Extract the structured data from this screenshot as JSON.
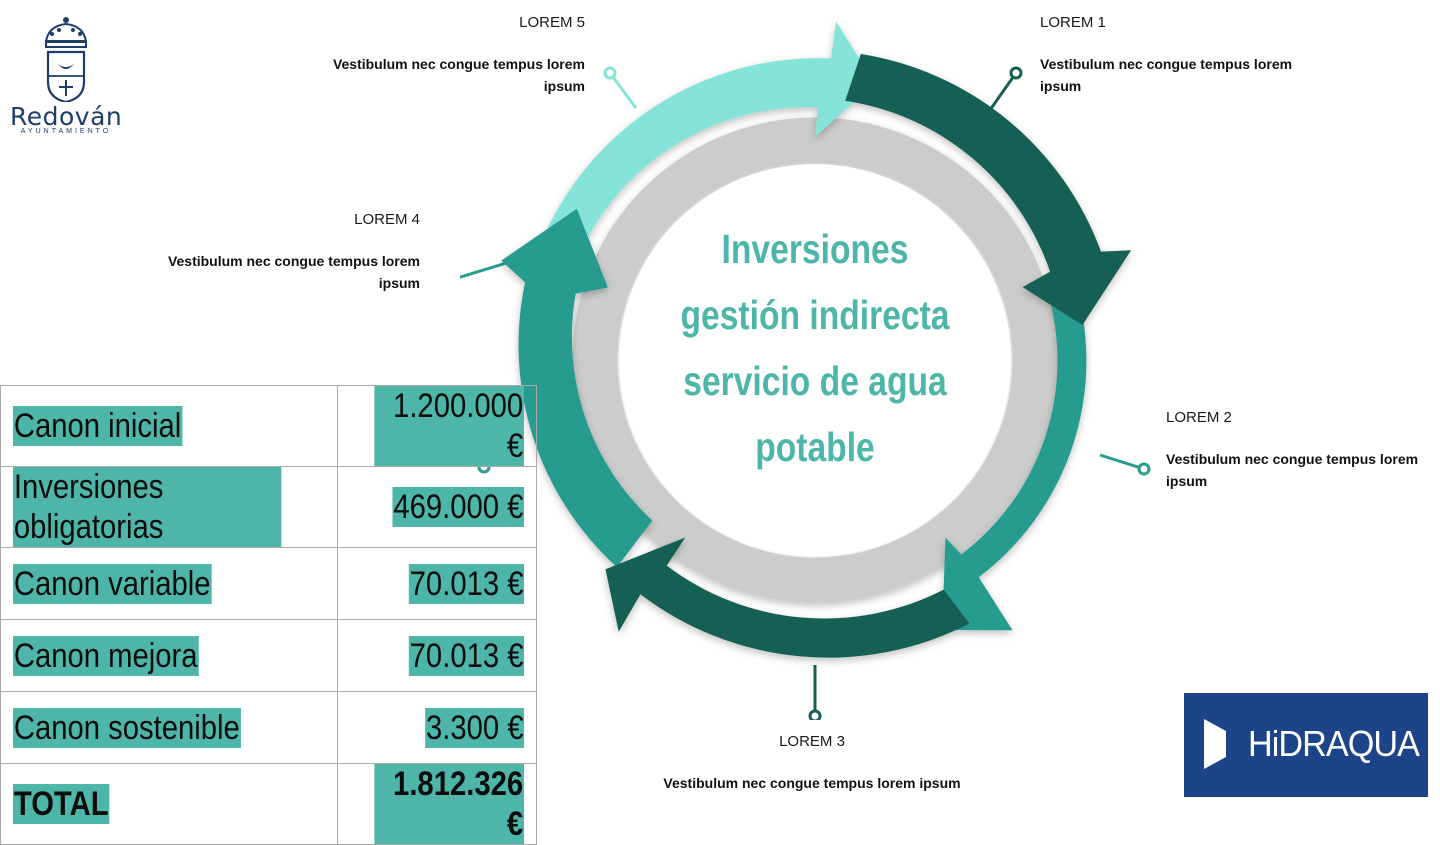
{
  "logo": {
    "name": "Redován",
    "subtitle": "AYUNTAMIENTO"
  },
  "diagram": {
    "title_lines": [
      "Inversiones",
      "gestión indirecta",
      "servicio de agua",
      "potable"
    ],
    "colors": {
      "light": "#86e3d8",
      "dark": "#175e55",
      "mid": "#279c8f",
      "inner": "#cccccc",
      "title": "#4db6a8"
    },
    "callouts": [
      {
        "heading": "LOREM 1",
        "body": "Vestibulum nec congue tempus lorem ipsum"
      },
      {
        "heading": "LOREM 2",
        "body": "Vestibulum nec congue tempus lorem ipsum"
      },
      {
        "heading": "LOREM 3",
        "body": "Vestibulum nec congue tempus lorem ipsum"
      },
      {
        "heading": "LOREM 4",
        "body": "Vestibulum nec congue tempus lorem ipsum"
      },
      {
        "heading": "LOREM 5",
        "body": "Vestibulum nec congue tempus lorem ipsum"
      }
    ]
  },
  "table": {
    "rows": [
      {
        "label": "Canon inicial",
        "value": "1.200.000 €"
      },
      {
        "label": "Inversiones obligatorias",
        "value": "469.000 €"
      },
      {
        "label": "Canon variable",
        "value": "70.013 €"
      },
      {
        "label": "Canon mejora",
        "value": "70.013 €"
      },
      {
        "label": "Canon sostenible",
        "value": "3.300 €"
      },
      {
        "label": "TOTAL",
        "value": "1.812.326 €"
      }
    ]
  },
  "brand": {
    "name": "HiDRAQUA"
  }
}
